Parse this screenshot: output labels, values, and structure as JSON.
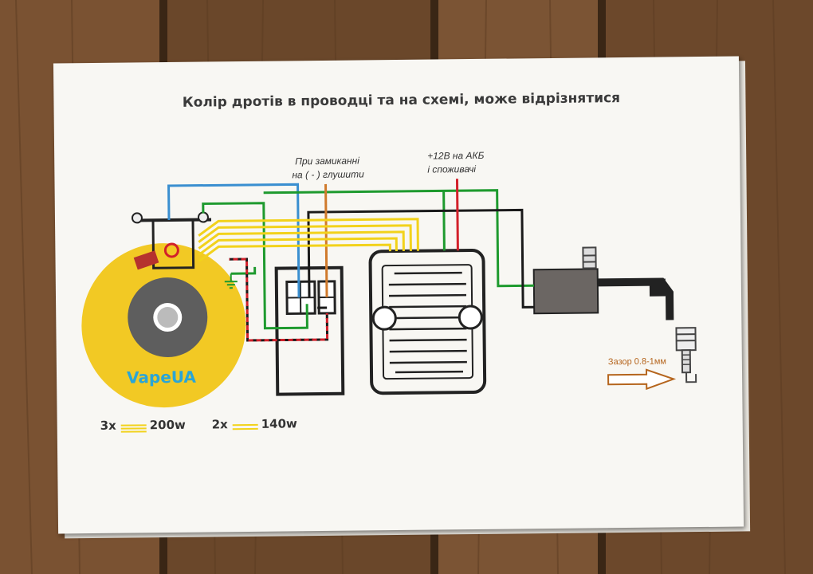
{
  "title": "Колір дротів в проводці та на схемі, може відрізнятися",
  "kill_note": {
    "line1": "При замиканні",
    "line2": "на ( - ) глушити"
  },
  "power_note": {
    "line1": "+12В на АКБ",
    "line2": "і споживачі"
  },
  "brand": "VapeUA",
  "gap_label": "Зазор 0.8-1мм",
  "legend": [
    {
      "multiplier": "3x",
      "power": "200w"
    },
    {
      "multiplier": "2x",
      "power": "140w"
    }
  ],
  "wire_colors": {
    "blue": "#3a8fd0",
    "green": "#1e9a2e",
    "black": "#1a1a1a",
    "red": "#d2202a",
    "yellow": "#f2d21b",
    "orange": "#d07a2c"
  }
}
